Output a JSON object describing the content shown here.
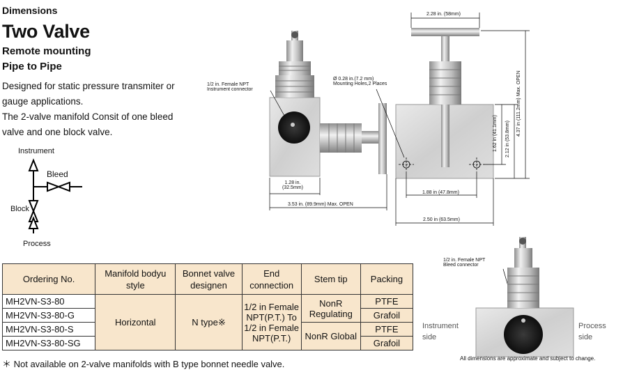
{
  "header": {
    "section": "Dimensions",
    "title": "Two Valve",
    "subtitle1": "Remote mounting",
    "subtitle2": "Pipe to Pipe",
    "desc_lines": [
      "Designed for static pressure transmiter or",
      "gauge applications.",
      "The 2-valve manifold Consit of one bleed",
      "valve and one block valve."
    ]
  },
  "schematic": {
    "instrument": "Instrument",
    "bleed": "Bleed",
    "block": "Block",
    "process": "Process"
  },
  "drawing": {
    "dim_top": "2.28 in. (58mm)",
    "female_npt_1": "1/2 in. Female NPT",
    "female_npt_2": "Instrument connector",
    "holes_1": "Ø 0.28 in.(7.2 mm)",
    "holes_2": "Mounting Holes,2 Places",
    "dim_128_1": "1.28 in.",
    "dim_128_2": "(32.5mm)",
    "dim_353": "3.53 in. (89.9mm) Max. OPEN",
    "dim_188": "1.88 in (47.8mm)",
    "dim_250": "2.50 in (63.5mm)",
    "dim_437": "4.37 in (111.2mm) Max. OPEN",
    "dim_212": "2.12 in (53.8mm)",
    "dim_162": "1.62 in (41.1mm)"
  },
  "side_view": {
    "bleed_npt_1": "1/2 in. Female NPT",
    "bleed_npt_2": "Bleed connector",
    "instrument_side_1": "Instrument",
    "instrument_side_2": "side",
    "process_side_1": "Process",
    "process_side_2": "side"
  },
  "table": {
    "headers": [
      "Ordering No.",
      "Manifold bodyu style",
      "Bonnet valve designen",
      "End connection",
      "Stem tip",
      "Packing"
    ],
    "ordering": [
      "MH2VN-S3-80",
      "MH2VN-S3-80-G",
      "MH2VN-S3-80-S",
      "MH2VN-S3-80-SG"
    ],
    "body_style": "Horizontal",
    "bonnet": "N type※",
    "end_connection": "1/2 in Female NPT(P.T.) To 1/2 in Female NPT(P.T.)",
    "stem_tip_1": "NonR Regulating",
    "stem_tip_2": "NonR Global",
    "packing": [
      "PTFE",
      "Grafoil",
      "PTFE",
      "Grafoil"
    ]
  },
  "footnote": "＊ Not available on 2-valve manifolds with B type bonnet needle valve.",
  "fine_print": "All dimensions are approximate and subject to change."
}
